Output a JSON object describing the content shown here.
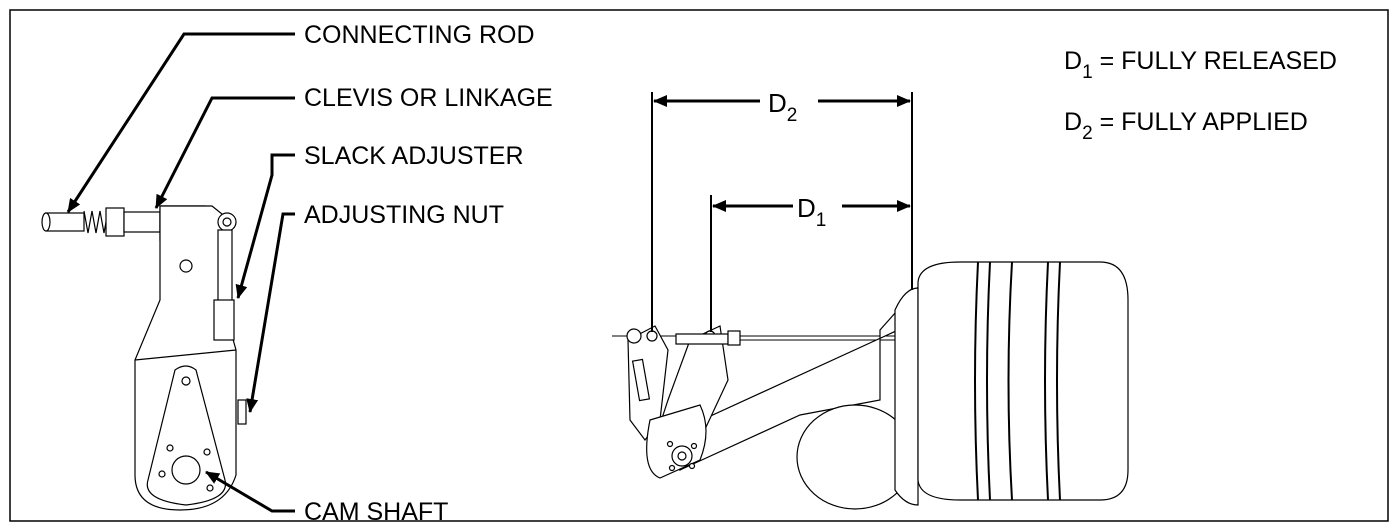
{
  "labels": {
    "connecting_rod": "CONNECTING ROD",
    "clevis": "CLEVIS OR LINKAGE",
    "slack_adjuster": "SLACK ADJUSTER",
    "adjusting_nut": "ADJUSTING NUT",
    "cam_shaft": "CAM SHAFT"
  },
  "dimensions": {
    "d2": {
      "base": "D",
      "sub": "2"
    },
    "d1": {
      "base": "D",
      "sub": "1"
    }
  },
  "legend": {
    "d1": {
      "base": "D",
      "sub": "1",
      "text": " = FULLY RELEASED"
    },
    "d2": {
      "base": "D",
      "sub": "2",
      "text": " = FULLY APPLIED"
    }
  }
}
